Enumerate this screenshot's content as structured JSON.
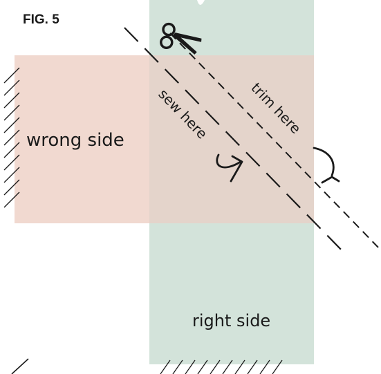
{
  "figure_label": "FIG. 5",
  "labels": {
    "wrong_side": "wrong side",
    "right_side": "right side",
    "sew_here": "sew here",
    "trim_here": "trim here"
  },
  "icons": {
    "scissors": "scissors-icon"
  },
  "colors": {
    "text": "#1a1a1a",
    "line": "#1a1a1a",
    "wrong_side_fabric": "#f1d9d0",
    "right_side_fabric": "#d3e3da",
    "overlap": "#e4d4cb"
  }
}
